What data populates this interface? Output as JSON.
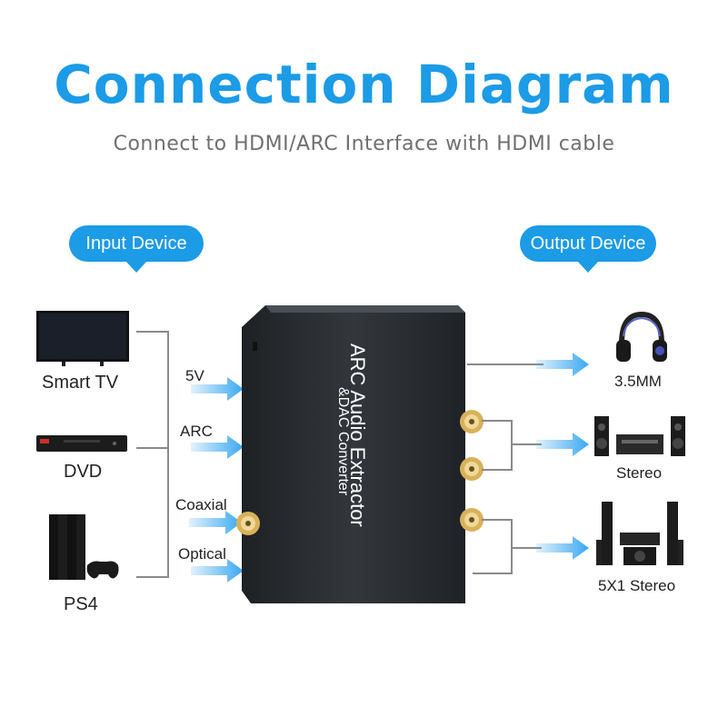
{
  "header": {
    "title": "Connection Diagram",
    "subtitle": "Connect to HDMI/ARC Interface with HDMI cable"
  },
  "input": {
    "bubble_label": "Input Device",
    "devices": [
      {
        "label": "Smart TV",
        "icon": "smart-tv-icon"
      },
      {
        "label": "DVD",
        "icon": "dvd-player-icon"
      },
      {
        "label": "PS4",
        "icon": "ps4-console-icon"
      }
    ],
    "ports": [
      "5V",
      "ARC",
      "Coaxial",
      "Optical"
    ]
  },
  "output": {
    "bubble_label": "Output Device",
    "devices": [
      {
        "label": "3.5MM",
        "icon": "headphones-icon"
      },
      {
        "label": "Stereo",
        "icon": "stereo-speakers-icon"
      },
      {
        "label": "5X1 Stereo",
        "icon": "surround-speakers-icon"
      }
    ]
  },
  "device": {
    "name_line1": "ARC Audio Extractor",
    "name_line2": "&DAC Converter"
  },
  "colors": {
    "accent": "#1c9be6",
    "arrow": "#3aa8f0",
    "device_body": "#2a2d31",
    "connector_gold": "#d8b25a"
  }
}
